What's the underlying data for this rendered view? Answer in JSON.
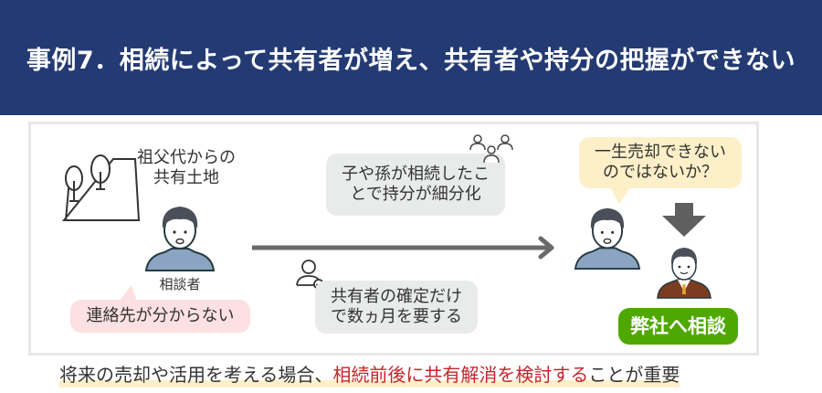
{
  "title": "事例7．相続によって共有者が増え、共有者や持分の把握ができない",
  "land_label": [
    "祖父代からの",
    "共有土地"
  ],
  "client_label": "相談者",
  "bubble_contact": "連絡先が分からない",
  "bubble_subdivide": [
    "子や孫が相続したこ",
    "とで持分が細分化"
  ],
  "bubble_months": [
    "共有者の確定だけ",
    "で数ヵ月を要する"
  ],
  "bubble_worry": [
    "一生売却できない",
    "のではないか？"
  ],
  "consult_button": "弊社へ相談",
  "bottom": {
    "pre": "将来の売却や活用を考える場合、",
    "highlight": "相続前後に共有解消を検討する",
    "post": "ことが重要"
  },
  "colors": {
    "header": "#233a73",
    "green": "#4ea800",
    "red": "#c4242b",
    "pink": "#fde0e1",
    "yellow": "#fdefc8",
    "gray": "#e9ebeb"
  }
}
